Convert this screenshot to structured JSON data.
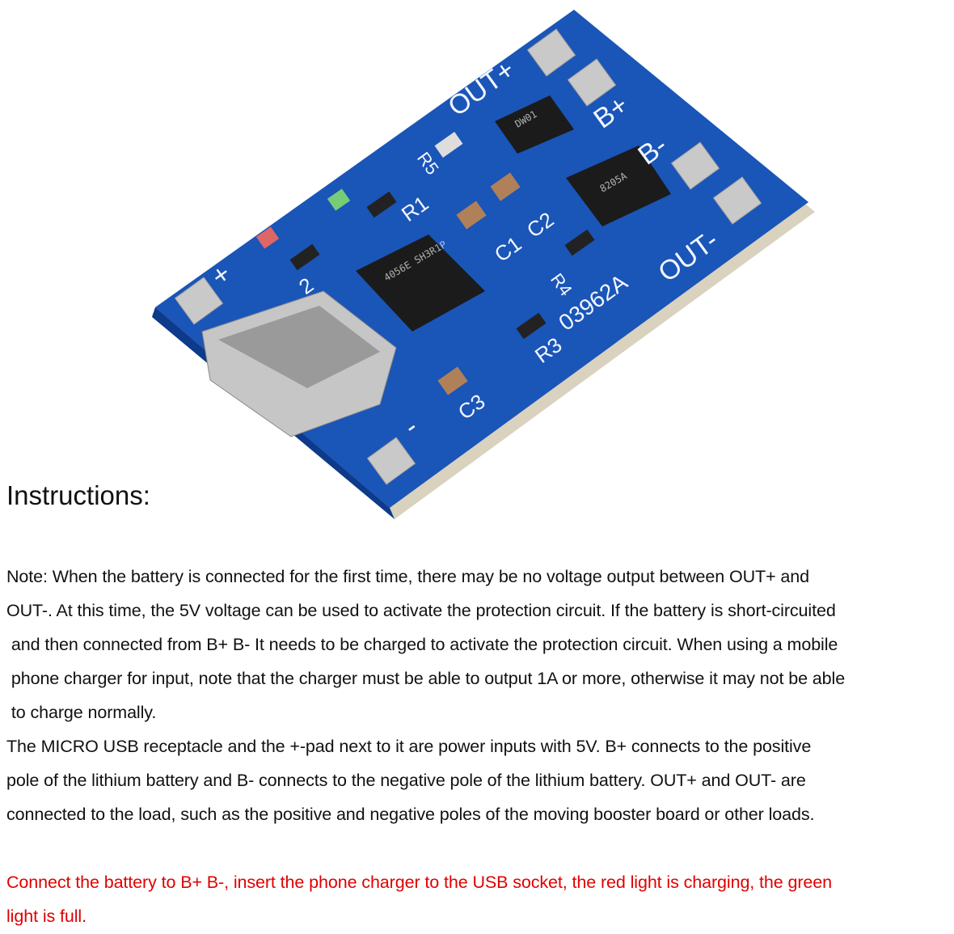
{
  "board": {
    "silkscreen": [
      "OUT+",
      "B+",
      "B-",
      "OUT-",
      "R1",
      "C1",
      "C2",
      "C3",
      "R3",
      "R4",
      "R5",
      "03962A",
      "+",
      "-",
      "2"
    ],
    "chips": {
      "charger": "4056E SH3R1P",
      "protect": "DW01",
      "mosfet": "8205A"
    },
    "colors": {
      "pcb": "#1a55b8",
      "pcb_dark": "#0d3a8a",
      "pad": "#c9c9c9",
      "edge": "#d9d2bf"
    }
  },
  "heading": "Instructions:",
  "note_lines": [
    "Note: When the battery is connected for the first time, there may be no voltage output between OUT+ and",
    "OUT-. At this time, the 5V voltage can be used to activate the protection circuit. If the battery is short-circuited",
    " and then connected from B+ B- It needs to be charged to activate the protection circuit. When using a mobile",
    " phone charger for input, note that the charger must be able to output 1A or more, otherwise it may not be able",
    " to charge normally."
  ],
  "io_lines": [
    "The MICRO USB receptacle and the +-pad next to it are power inputs with 5V. B+ connects to the positive",
    "pole of the lithium battery and B- connects to the negative pole of the lithium battery. OUT+ and OUT- are",
    "connected to the load, such as the positive and negative poles of the moving booster board or other loads."
  ],
  "red_lines": [
    "Connect the battery to B+ B-, insert the phone charger to the USB socket, the red light is charging, the green",
    "light is full."
  ],
  "colors": {
    "text": "#111111",
    "highlight": "#e00000"
  }
}
